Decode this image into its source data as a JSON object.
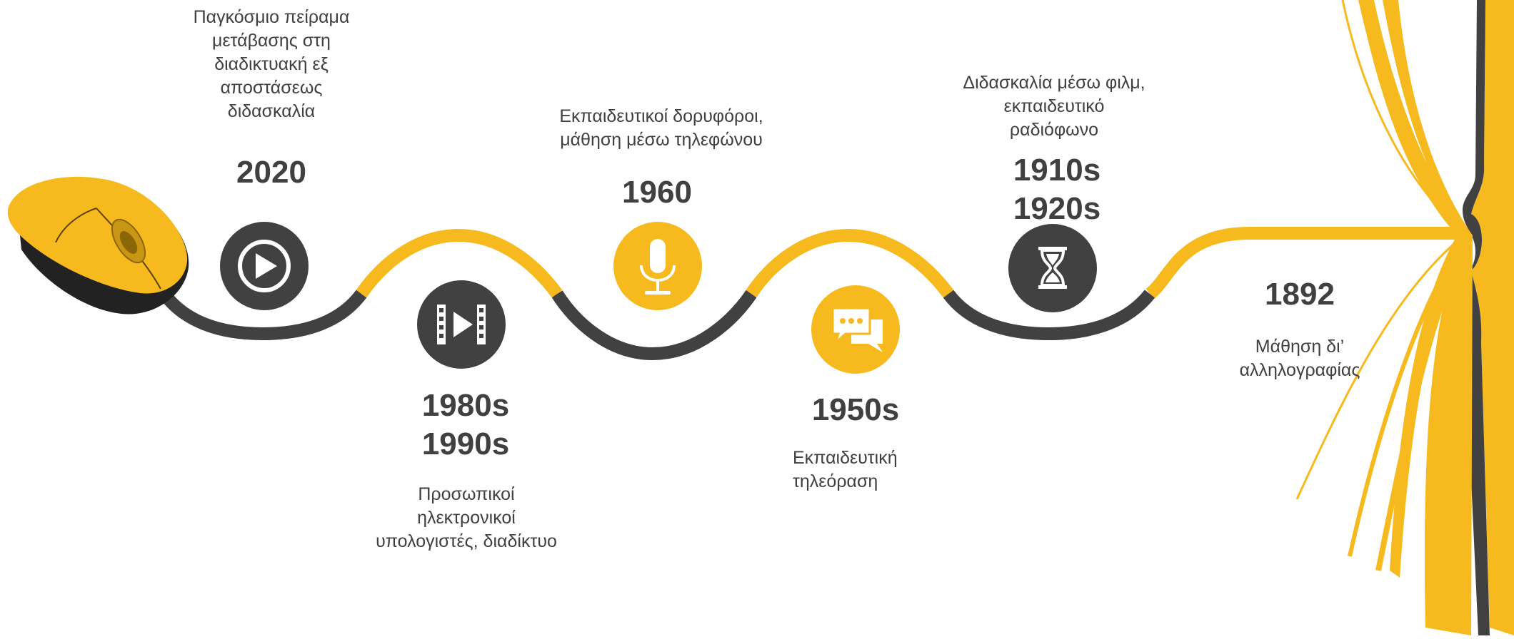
{
  "colors": {
    "accent": "#F6BA1E",
    "dark": "#414141",
    "text": "#404040",
    "white": "#FFFFFF"
  },
  "milestones": [
    {
      "year": "2020",
      "description": "Παγκόσμιο πείραμα\nμετάβασης στη\nδιαδικτυακή εξ\nαποστάσεως\nδιδασκαλία",
      "icon": "play-icon",
      "icon_color": "dark"
    },
    {
      "year": "1980s\n1990s",
      "description": "Προσωπικοί\nηλεκτρονικοί\nυπολογιστές, διαδίκτυο",
      "icon": "film-icon",
      "icon_color": "dark"
    },
    {
      "year": "1960",
      "description": "Εκπαιδευτικοί δορυφόροι,\nμάθηση μέσω τηλεφώνου",
      "icon": "microphone-icon",
      "icon_color": "accent"
    },
    {
      "year": "1950s",
      "description": "Εκπαιδευτική\nτηλεόραση",
      "icon": "chat-bubbles-icon",
      "icon_color": "accent"
    },
    {
      "year": "1910s\n1920s",
      "description": "Διδασκαλία μέσω φιλμ,\nεκπαιδευτικό\nραδιόφωνο",
      "icon": "hourglass-icon",
      "icon_color": "dark"
    },
    {
      "year": "1892",
      "description": "Μάθηση δι’\nαλληλογραφίας",
      "icon": "book-icon",
      "icon_color": "accent"
    }
  ],
  "decorations": {
    "start": "computer-mouse-icon",
    "end": "open-book-icon"
  }
}
